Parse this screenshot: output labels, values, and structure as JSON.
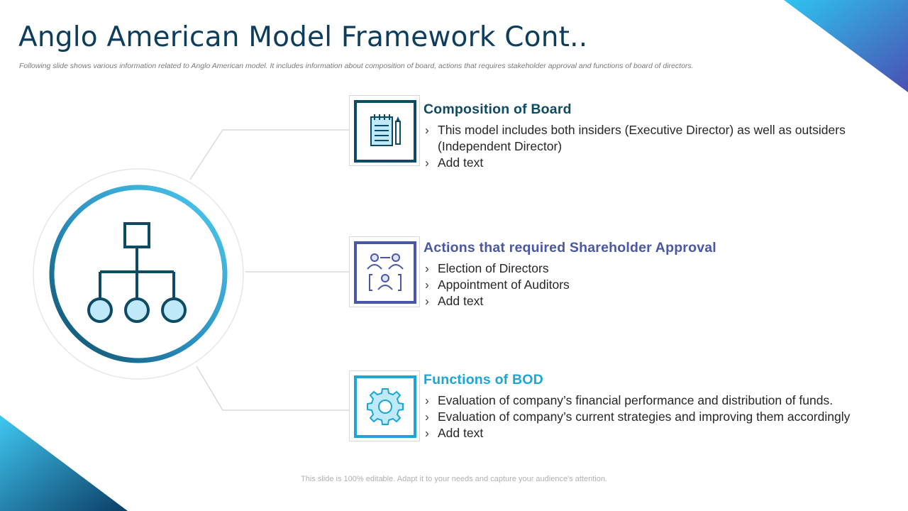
{
  "header": {
    "title": "Anglo American Model Framework Cont..",
    "subtitle": "Following slide shows various information related to Anglo American model. It includes information about composition of board, actions that requires stakeholder approval and functions of board of directors."
  },
  "hub": {
    "icon": "org-chart-icon"
  },
  "sections": [
    {
      "icon": "notepad-pencil-icon",
      "accent": "#0d4a63",
      "heading": "Composition  of Board",
      "bullets": [
        "This model includes both insiders (Executive Director) as well as outsiders (Independent Director)",
        "Add text"
      ]
    },
    {
      "icon": "shareholders-group-icon",
      "accent": "#4a57a6",
      "heading": "Actions that required Shareholder Approval",
      "bullets": [
        "Election of Directors",
        "Appointment of Auditors",
        "Add text"
      ]
    },
    {
      "icon": "gear-icon",
      "accent": "#1ca6d6",
      "heading": "Functions of BOD",
      "bullets": [
        "Evaluation of company’s financial performance and distribution of funds.",
        "Evaluation of company’s current strategies and improving them accordingly",
        "Add text"
      ]
    }
  ],
  "bullet_glyph": "›",
  "footer": "This slide is 100% editable. Adapt it to your needs and capture your audience's attention."
}
